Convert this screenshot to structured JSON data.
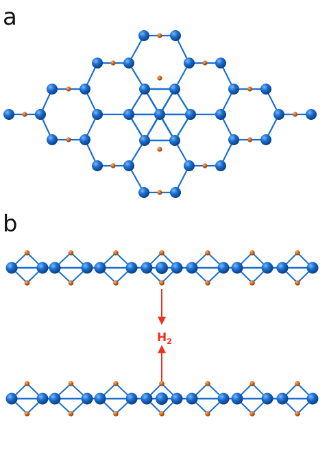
{
  "panels": {
    "a": {
      "label": "a"
    },
    "b": {
      "label": "b",
      "gas_label": "H",
      "gas_subscript": "2"
    }
  },
  "colors": {
    "large_atom": "#1a6fd0",
    "small_atom": "#d2691e",
    "bond": "#1a6fd0",
    "arrow": "#f0301e",
    "label": "#111111"
  }
}
